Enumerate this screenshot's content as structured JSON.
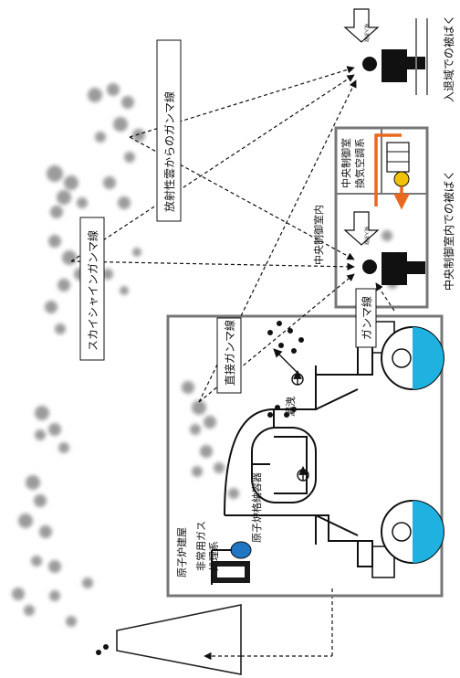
{
  "labels": {
    "radioactive_cloud_gamma": "放射性雲からのガンマ線",
    "skyshine_gamma": "スカイシャインガンマ線",
    "direct_gamma": "直接ガンマ線",
    "gamma": "ガンマ線",
    "leak": "漏洩",
    "reactor_building": "原子炉建屋",
    "containment_vessel": "原子炉格納容器",
    "emergency_gas_treatment_line1": "非常用ガス",
    "emergency_gas_treatment_line2": "処理系",
    "control_room_inside": "中央制御室内",
    "control_room_hvac_line1": "中央制御室",
    "control_room_hvac_line2": "換気空調系",
    "exposure_control_room": "中央制御室内での被ばく",
    "exposure_access": "入退域での被ばく",
    "inhalation_upper": "吸入摂取",
    "inhalation_lower": "吸入摂取"
  },
  "colors": {
    "frame": "#777777",
    "arrow": "#111111",
    "hvac_line": "#e8691e",
    "pool_water": "#1fb1e0",
    "blower": "#1f77c4",
    "filter_yellow": "#f2c200",
    "cloud_gray": "#8a8a8a"
  }
}
